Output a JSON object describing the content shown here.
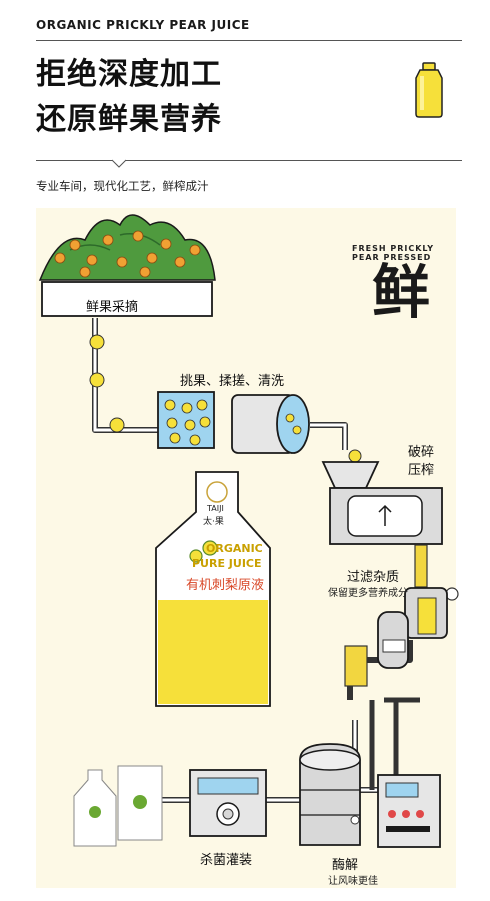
{
  "header": {
    "brand": "ORGANIC PRICKLY PEAR JUICE",
    "headline_line1": "拒绝深度加工",
    "headline_line2": "还原鲜果营养",
    "tagline": "专业车间，现代化工艺，鲜榨成汁"
  },
  "badge": {
    "ring_text": "FRESH PRICKLY PEAR PRESSED",
    "character": "鲜"
  },
  "steps": {
    "pick": "鲜果采摘",
    "wash": "挑果、揉搓、清洗",
    "crush_line1": "破碎",
    "crush_line2": "压榨",
    "filter": "过滤杂质",
    "filter_note": "保留更多营养成分",
    "ferment": "酶解",
    "ferment_note": "让风味更佳",
    "sterilize": "杀菌灌装"
  },
  "pouch": {
    "brand": "TAIJI",
    "brand_cn": "太·果",
    "line1": "ORGANIC",
    "line2": "PURE JUICE",
    "cn": "有机刺梨原液"
  },
  "colors": {
    "juice": "#f6e03a",
    "panel": "#fdf9e6",
    "ink": "#1a1a1a",
    "pipe": "#f2d640"
  }
}
